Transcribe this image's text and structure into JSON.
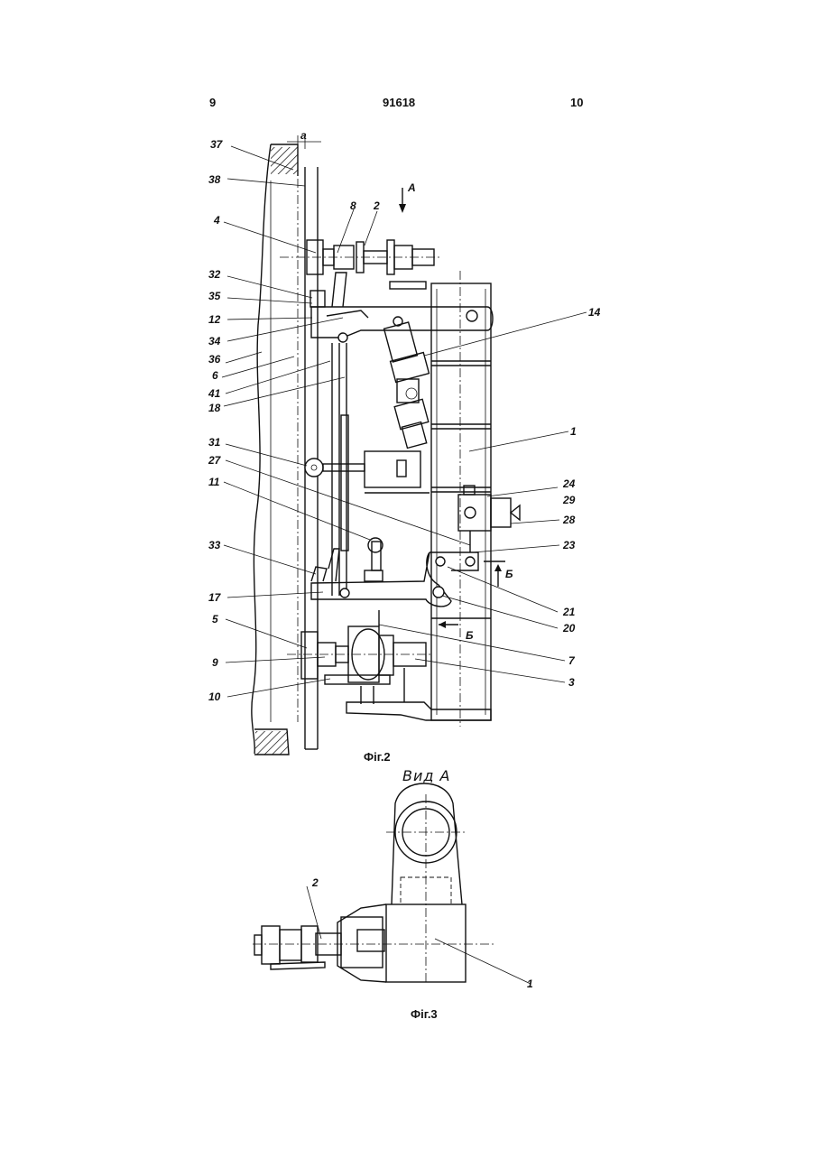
{
  "header": {
    "page_left": "9",
    "patent_number": "91618",
    "page_right": "10"
  },
  "fig2": {
    "caption": "Фіг.2",
    "dimension_label": "a",
    "view_arrow_label": "A",
    "section_label_top": "Б",
    "section_label_bottom": "Б",
    "left_labels": [
      "37",
      "38",
      "4",
      "32",
      "35",
      "12",
      "34",
      "36",
      "6",
      "41",
      "18",
      "31",
      "27",
      "11",
      "33",
      "17",
      "5",
      "9",
      "10"
    ],
    "top_labels": [
      "8",
      "2"
    ],
    "right_labels": [
      "14",
      "1",
      "24",
      "29",
      "28",
      "23",
      "21",
      "20",
      "7",
      "3"
    ]
  },
  "fig3": {
    "view_title": "Вид А",
    "caption": "Фіг.3",
    "labels": [
      "2",
      "1"
    ]
  }
}
